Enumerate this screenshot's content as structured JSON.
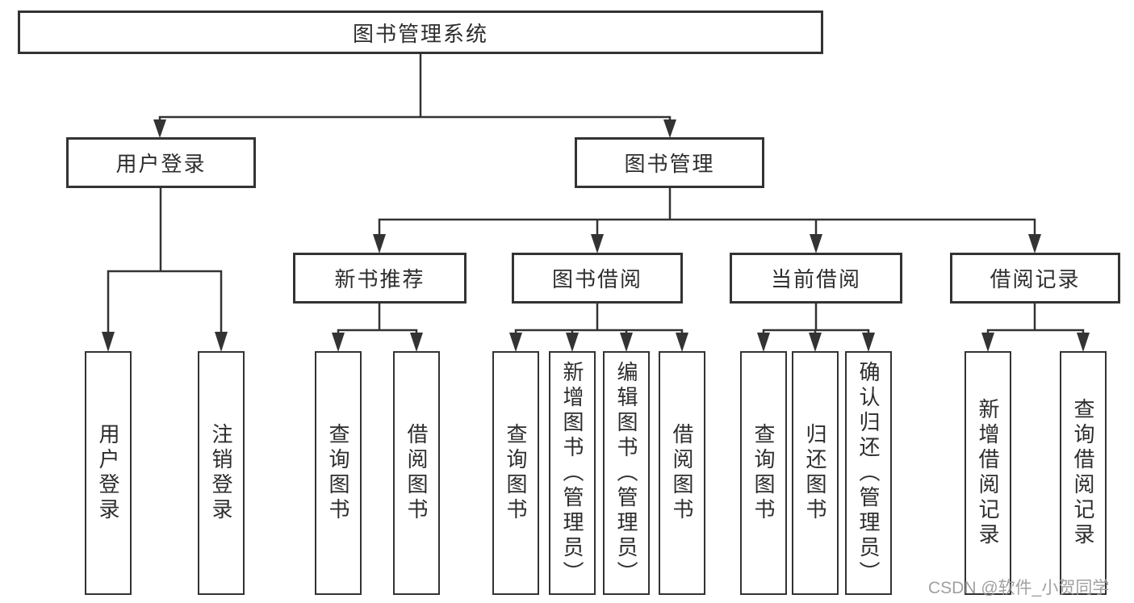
{
  "colors": {
    "line": "#333333",
    "border": "#333333",
    "text": "#2d2d2d",
    "watermark": "#9b9b9b",
    "background": "#ffffff"
  },
  "tree": {
    "label": "图书管理系统",
    "children": [
      {
        "label": "用户登录",
        "children": [
          {
            "label": "用户登录"
          },
          {
            "label": "注销登录"
          }
        ]
      },
      {
        "label": "图书管理",
        "children": [
          {
            "label": "新书推荐",
            "children": [
              {
                "label": "查询图书"
              },
              {
                "label": "借阅图书"
              }
            ]
          },
          {
            "label": "图书借阅",
            "children": [
              {
                "label": "查询图书"
              },
              {
                "label": "新增图书（管理员）"
              },
              {
                "label": "编辑图书（管理员）"
              },
              {
                "label": "借阅图书"
              }
            ]
          },
          {
            "label": "当前借阅",
            "children": [
              {
                "label": "查询图书"
              },
              {
                "label": "归还图书"
              },
              {
                "label": "确认归还（管理员）"
              }
            ]
          },
          {
            "label": "借阅记录",
            "children": [
              {
                "label": "新增借阅记录"
              },
              {
                "label": "查询借阅记录"
              }
            ]
          }
        ]
      }
    ]
  },
  "watermark": {
    "text": "CSDN @软件_小贺同学"
  }
}
